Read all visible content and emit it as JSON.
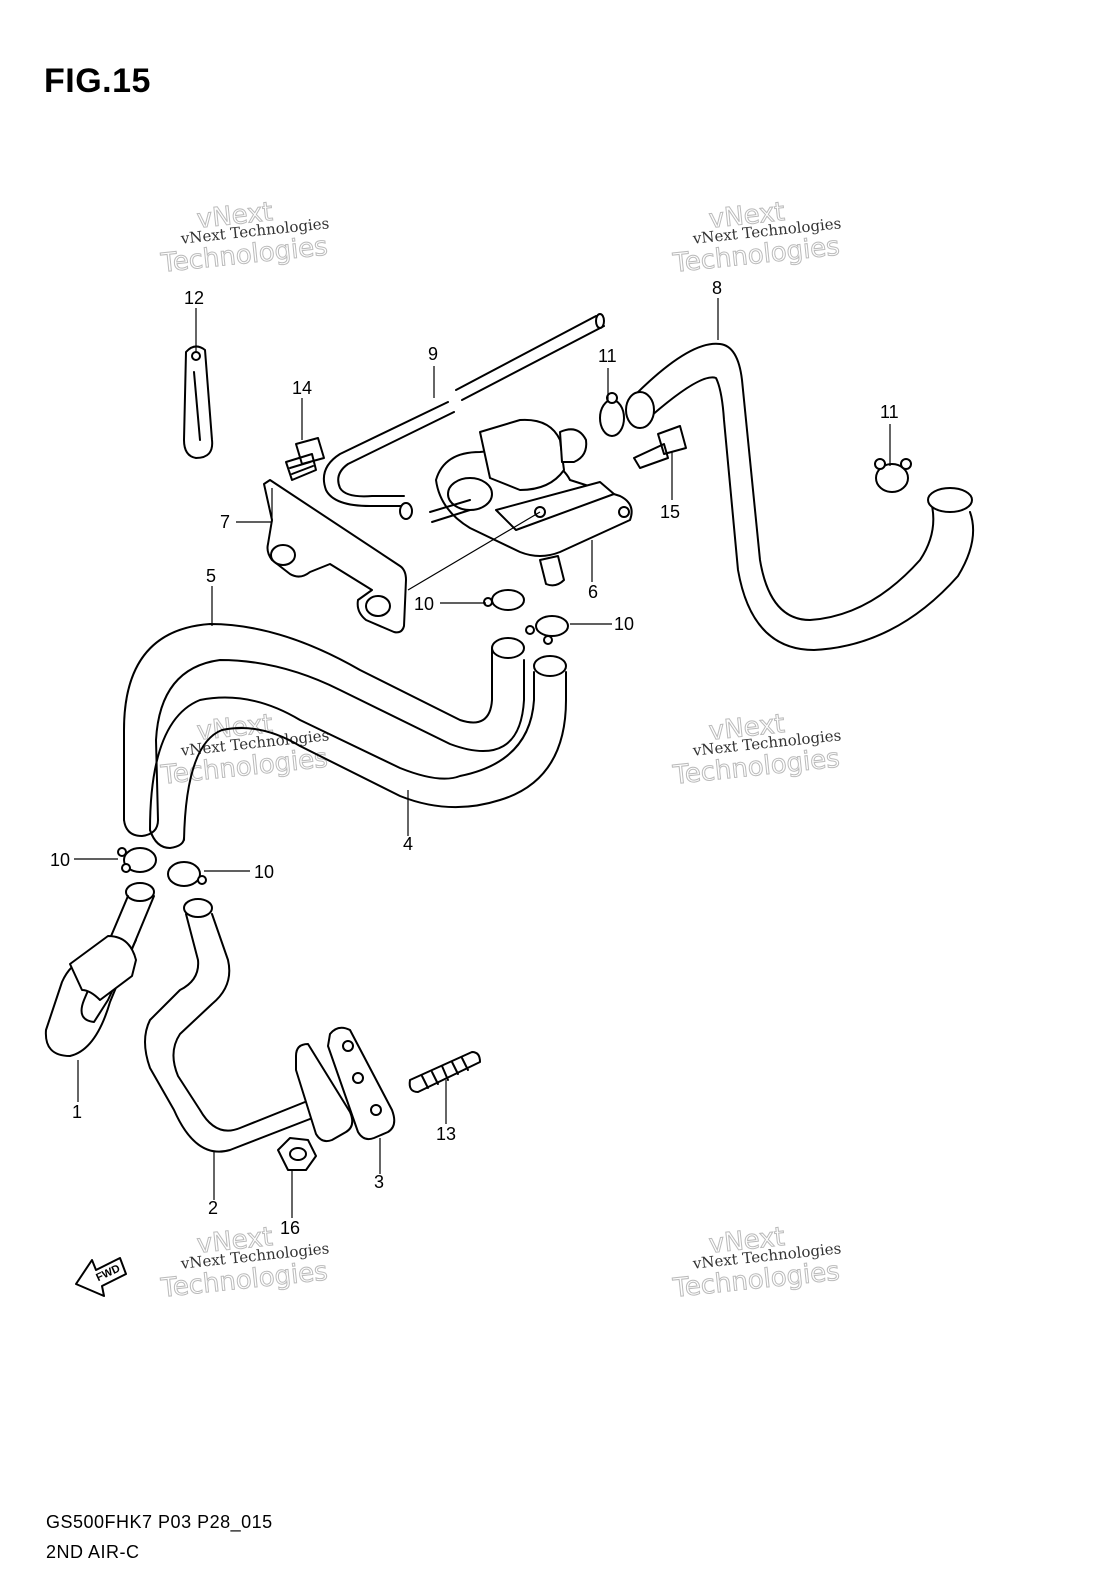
{
  "figure": {
    "title": "FIG.15",
    "model_code": "GS500FHK7 P03 P28_015",
    "section_name": "2ND AIR-C"
  },
  "watermark": {
    "line1": "vNext Technologies",
    "line2": "vNext",
    "line3": "Technologies"
  },
  "fwd_label": "FWD",
  "callouts": [
    {
      "id": "c1",
      "label": "1"
    },
    {
      "id": "c2",
      "label": "2"
    },
    {
      "id": "c3",
      "label": "3"
    },
    {
      "id": "c4",
      "label": "4"
    },
    {
      "id": "c5",
      "label": "5"
    },
    {
      "id": "c6",
      "label": "6"
    },
    {
      "id": "c7",
      "label": "7"
    },
    {
      "id": "c8",
      "label": "8"
    },
    {
      "id": "c9",
      "label": "9"
    },
    {
      "id": "c10a",
      "label": "10"
    },
    {
      "id": "c10b",
      "label": "10"
    },
    {
      "id": "c10c",
      "label": "10"
    },
    {
      "id": "c10d",
      "label": "10"
    },
    {
      "id": "c11a",
      "label": "11"
    },
    {
      "id": "c11b",
      "label": "11"
    },
    {
      "id": "c12",
      "label": "12"
    },
    {
      "id": "c13",
      "label": "13"
    },
    {
      "id": "c14",
      "label": "14"
    },
    {
      "id": "c15",
      "label": "15"
    },
    {
      "id": "c16",
      "label": "16"
    }
  ]
}
